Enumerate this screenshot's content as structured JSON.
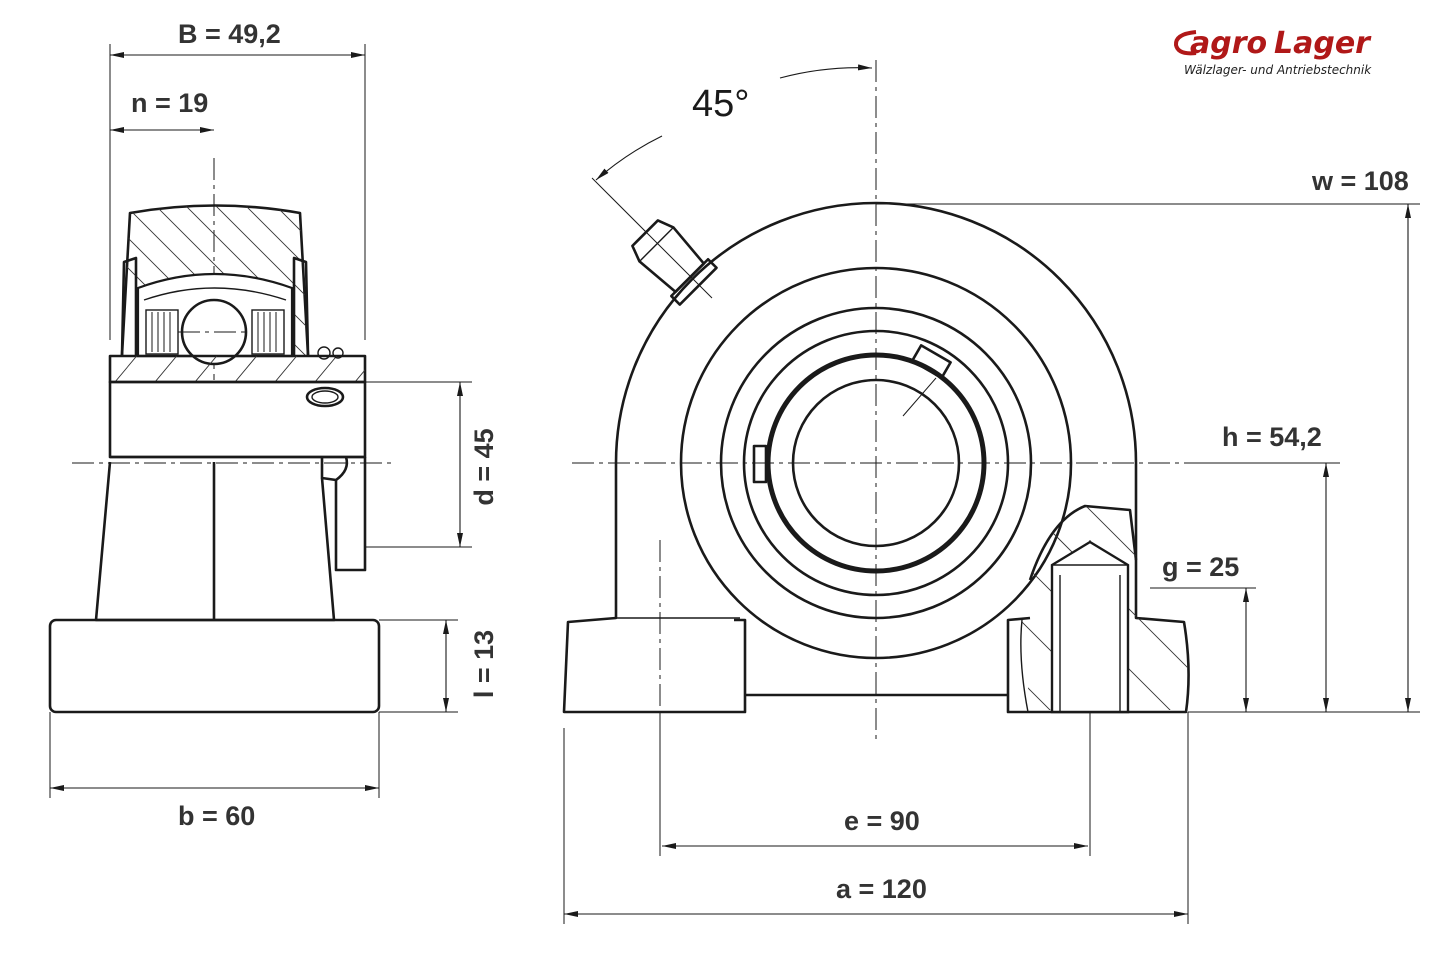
{
  "logo": {
    "brand_part1": "agro",
    "brand_part2": "Lager",
    "tagline": "Wälzlager- und Antriebstechnik",
    "brand_color": "#b01818"
  },
  "dimensions": {
    "B": "B = 49,2",
    "n": "n = 19",
    "d": "d = 45",
    "l": "l = 13",
    "b": "b = 60",
    "angle": "45°",
    "w": "w = 108",
    "h": "h = 54,2",
    "g": "g = 25",
    "e": "e = 90",
    "a": "a = 120"
  }
}
